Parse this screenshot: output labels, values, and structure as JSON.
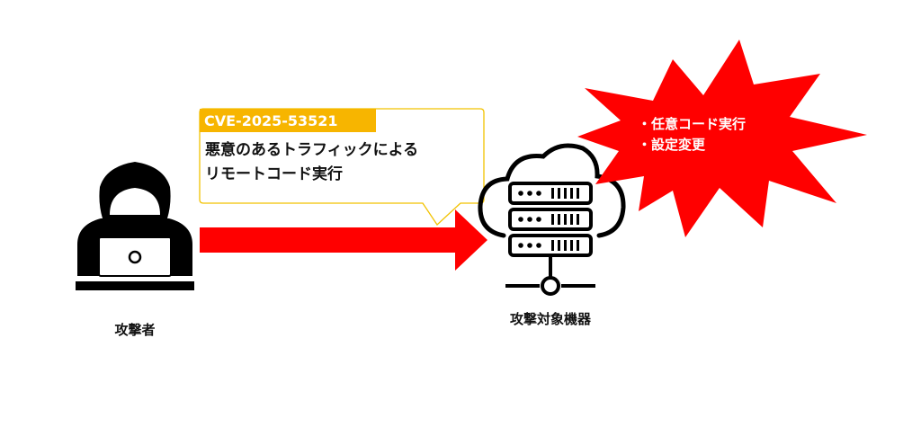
{
  "callout": {
    "cve_id": "CVE-2025-53521",
    "line1": "悪意のあるトラフィックによる",
    "line2": "リモートコード実行"
  },
  "attacker": {
    "label": "攻撃者",
    "icon": "hooded-hacker-laptop-icon"
  },
  "target": {
    "label": "攻撃対象機器",
    "icon": "cloud-server-icon"
  },
  "impact": {
    "items": [
      "・任意コード実行",
      "・設定変更"
    ]
  },
  "colors": {
    "arrow": "#ff0000",
    "burst": "#ff0000",
    "cve_badge": "#f7b500",
    "callout_border": "#f2c200",
    "icon": "#000000"
  }
}
